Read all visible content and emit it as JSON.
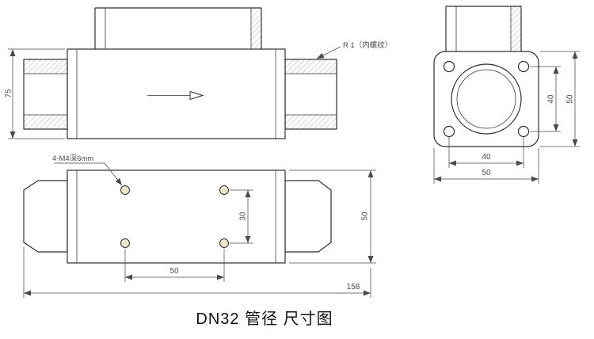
{
  "title": "DN32 管径 尺寸图",
  "side_view": {
    "height": "75",
    "thread_note": "R 1（内螺纹）"
  },
  "end_view": {
    "bolt_spacing_v": "40",
    "flange_height": "50",
    "bolt_spacing_h": "40",
    "flange_width": "50"
  },
  "bottom_view": {
    "hole_note": "4-M4深6mm",
    "hole_spacing_v": "30",
    "hole_spacing_h": "50",
    "total_length": "158",
    "body_width": "50"
  },
  "colors": {
    "line": "#2f2f2f",
    "dim": "#4a4a4a",
    "hatch": "#9a9a9a",
    "hole_fill": "#ece7cc",
    "text": "#111111",
    "bg": "#ffffff"
  }
}
